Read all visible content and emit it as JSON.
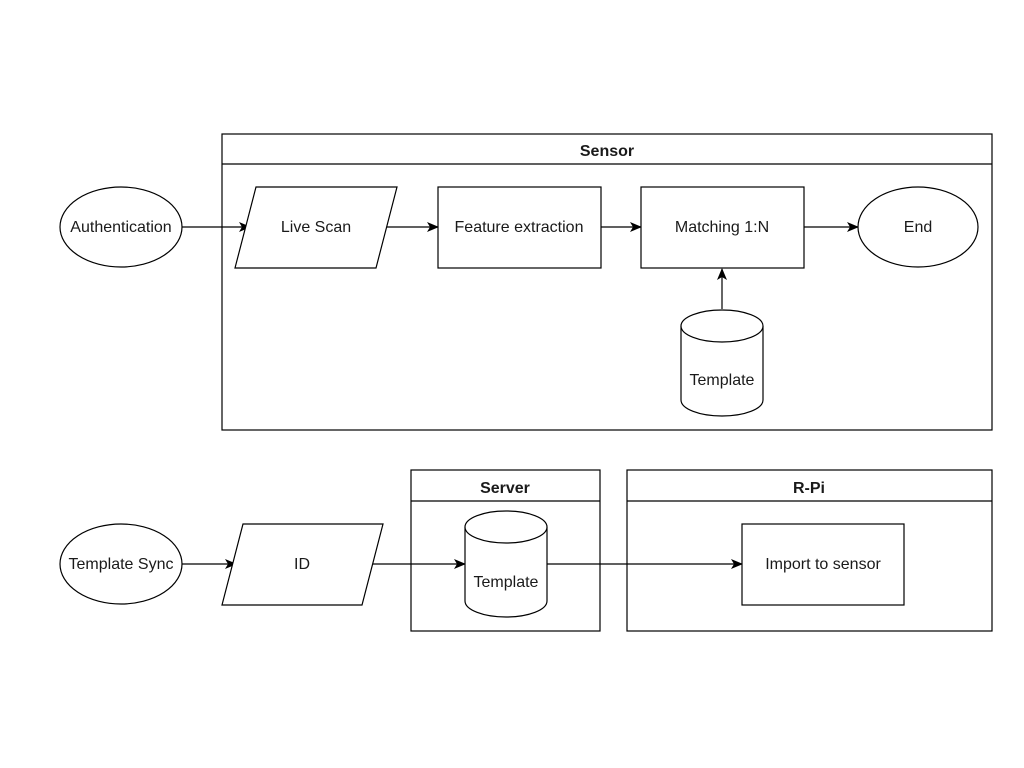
{
  "colors": {
    "stroke": "#000000",
    "fill": "#ffffff",
    "text": "#1a1a1a"
  },
  "groups": {
    "sensor": {
      "title": "Sensor"
    },
    "server": {
      "title": "Server"
    },
    "rpi": {
      "title": "R-Pi"
    }
  },
  "nodes": {
    "authentication": "Authentication",
    "live_scan": "Live Scan",
    "feature_extraction": "Feature extraction",
    "matching": "Matching 1:N",
    "end": "End",
    "template_sensor": "Template",
    "template_sync": "Template Sync",
    "id": "ID",
    "template_server": "Template",
    "import_to_sensor": "Import to sensor"
  },
  "edges": [
    {
      "from": "Authentication",
      "to": "Live Scan"
    },
    {
      "from": "Live Scan",
      "to": "Feature extraction"
    },
    {
      "from": "Feature extraction",
      "to": "Matching 1:N"
    },
    {
      "from": "Matching 1:N",
      "to": "End"
    },
    {
      "from": "Template",
      "to": "Matching 1:N"
    },
    {
      "from": "Template Sync",
      "to": "ID"
    },
    {
      "from": "ID",
      "to": "Template"
    },
    {
      "from": "Template",
      "to": "Import to sensor"
    }
  ]
}
